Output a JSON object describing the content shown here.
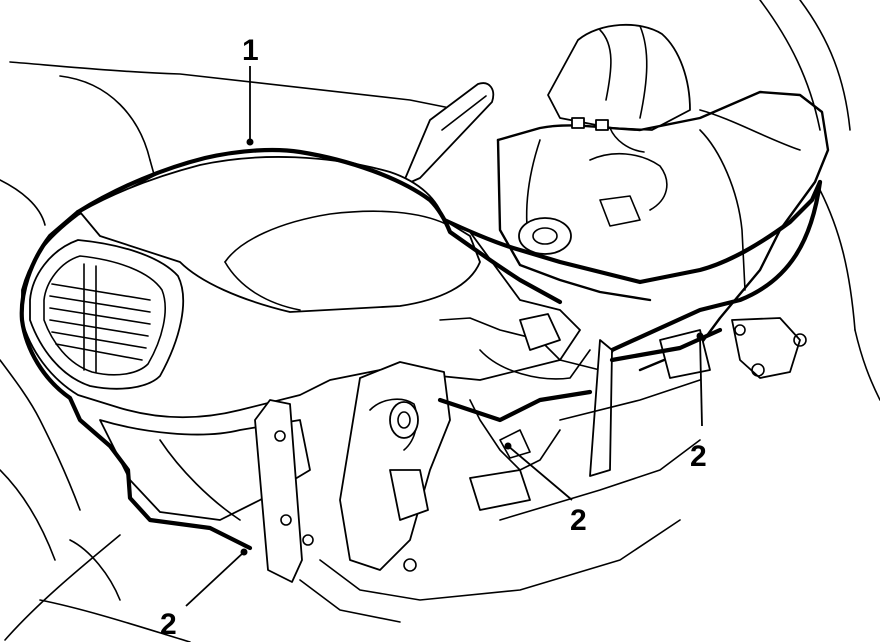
{
  "callouts": {
    "c1": "1",
    "c2a": "2",
    "c2b": "2",
    "c2c": "2"
  }
}
